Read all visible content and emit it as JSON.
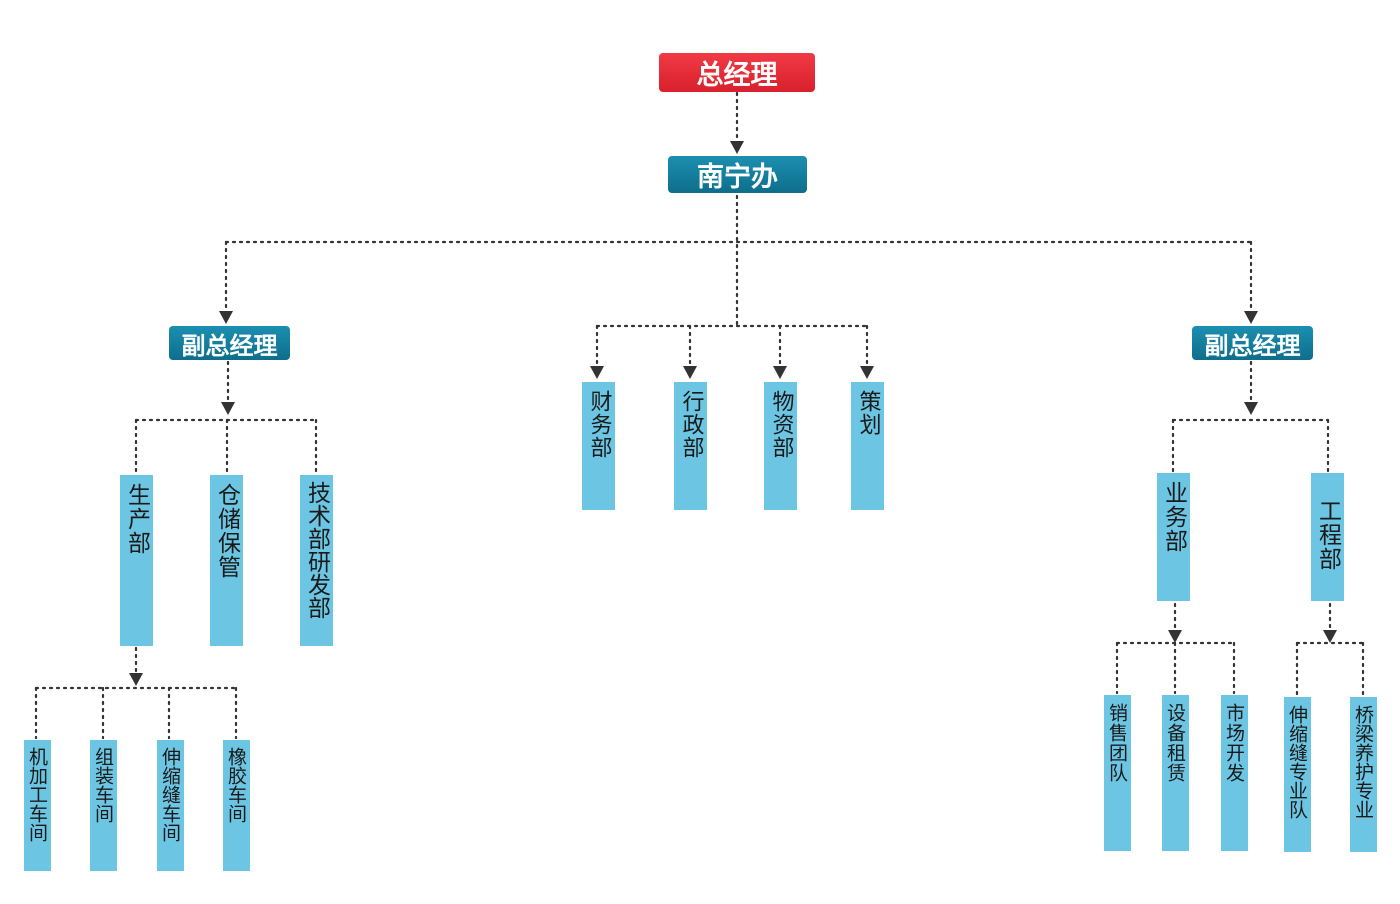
{
  "colors": {
    "top": "#e52530",
    "mid": "#127a99",
    "leaf": "#6cc6e3",
    "line": "#333333"
  },
  "nodes": {
    "general_manager": "总经理",
    "nanning_office": "南宁办",
    "vice_gm_left": "副总经理",
    "vice_gm_right": "副总经理",
    "finance": "财务部",
    "administration": "行政部",
    "materials": "物资部",
    "planning": "策划",
    "production": "生产部",
    "warehouse": "仓储保管",
    "tech_rd": "技术部研发部",
    "machining": "机加工车间",
    "assembly": "组装车间",
    "expansion_joint_workshop": "伸缩缝车间",
    "rubber_workshop": "橡胶车间",
    "business": "业务部",
    "engineering": "工程部",
    "sales_team": "销售团队",
    "equipment_rental": "设备租赁",
    "market_dev": "市场开发",
    "expansion_joint_team": "伸缩缝专业队",
    "bridge_maintenance": "桥梁养护专业"
  }
}
